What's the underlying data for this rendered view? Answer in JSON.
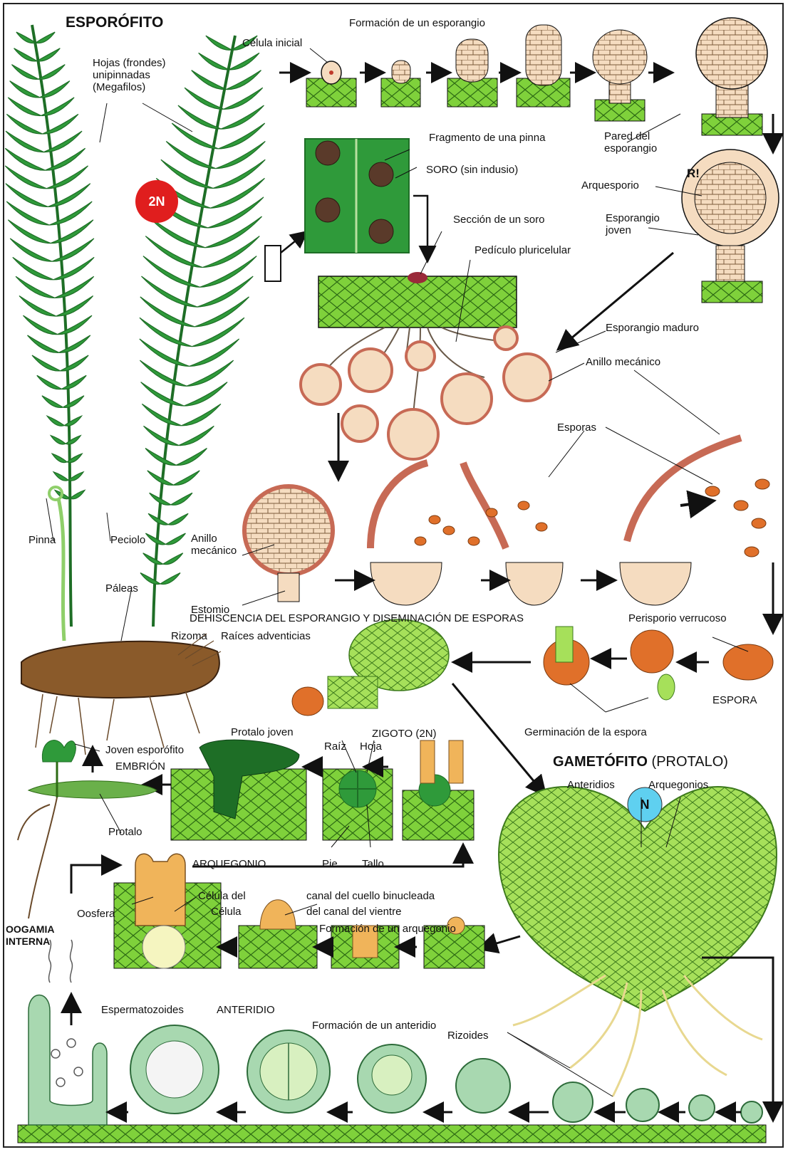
{
  "headings": {
    "sporophyte": "ESPORÓFITO",
    "gametophyte": "GAMETÓFITO",
    "gametophyte_paren": "(PROTALO)",
    "dehiscence": "DEHISCENCIA DEL ESPORANGIO Y DISEMINACIÓN DE ESPORAS"
  },
  "ploidy": {
    "sporophyte": "2N",
    "gametophyte": "N"
  },
  "labels": {
    "hojas": "Hojas (frondes)\nunipinnadas\n(Megafilos)",
    "celula_inicial": "Célula inicial",
    "formacion_esporangio": "Formación de un esporangio",
    "fragmento_pinna": "Fragmento de una pinna",
    "soro": "SORO (sin indusio)",
    "pared": "Pared del\nesporangio",
    "r": "R!",
    "arquesporio": "Arquesporio",
    "esporangio_joven": "Esporangio\njoven",
    "seccion_soro": "Sección de un soro",
    "pediculo": "Pedículo pluricelular",
    "esporangio_maduro": "Esporangio maduro",
    "anillo_mecanico": "Anillo mecánico",
    "esporas": "Esporas",
    "anillo_mecanico_2": "Anillo\nmecánico",
    "estomio": "Estomio",
    "pinna": "Pinna",
    "peciolo": "Peciolo",
    "paleas": "Páleas",
    "rizoma": "Rizoma",
    "raices": "Raíces adventicias",
    "perisporio": "Perisporio verrucoso",
    "espora": "ESPORA",
    "germinacion": "Germinación de la espora",
    "protalo_joven": "Protalo joven",
    "zigoto": "ZIGOTO (2N)",
    "joven_esporofito": "Joven esporófito",
    "embrion": "EMBRIÓN",
    "raiz": "Raíz",
    "hoja": "Hoja",
    "protalo": "Protalo",
    "pie": "Pie",
    "tallo": "Tallo",
    "anteridios": "Anteridios",
    "arquegonios": "Arquegonios",
    "arquegonio": "ARQUEGONIO",
    "celula_del": "Célula del",
    "celula": "Célula",
    "oosfera": "Oosfera",
    "canal_cuello": "canal del cuello binucleada",
    "canal_vientre": "del canal del vientre",
    "formacion_arquegonio": "Formación de un arquegonio",
    "oogamia": "OOGAMIA\nINTERNA",
    "espermatozoides": "Espermatozoides",
    "anteridio": "ANTERIDIO",
    "formacion_anteridio": "Formación de un anteridio",
    "rizoides": "Rizoides"
  },
  "colors": {
    "frond": "#2f9a3a",
    "frond_dark": "#1e6e26",
    "tissue_green": "#7fd13b",
    "cell_cream": "#f5dcc0",
    "annulus": "#d9826a",
    "spore": "#e0702a",
    "protallus": "#a6e05a",
    "antheridium": "#a8d8b0",
    "archegonium": "#f0b45a",
    "badge_2n": "#e01e1e",
    "badge_n": "#5fd0f0"
  }
}
